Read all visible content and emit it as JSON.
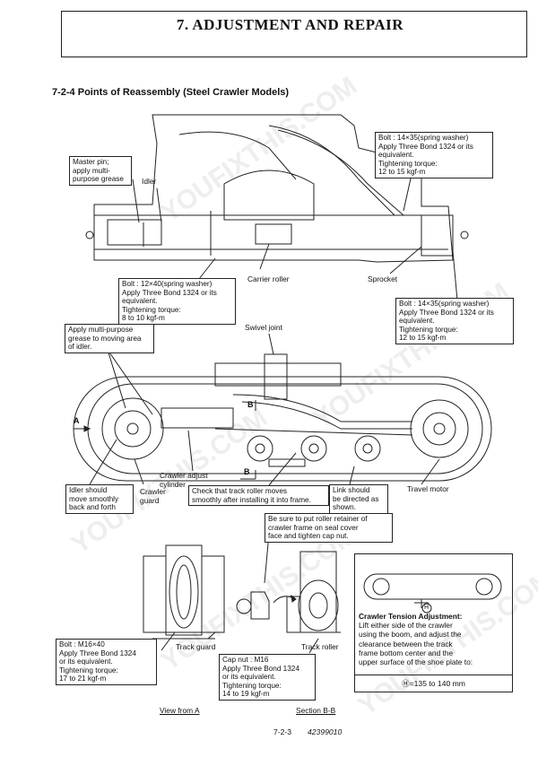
{
  "header": {
    "title": "7. ADJUSTMENT AND REPAIR"
  },
  "section": {
    "title": "7-2-4 Points of Reassembly (Steel Crawler Models)"
  },
  "top_diagram": {
    "bolt_top_right": [
      "Bolt : 14×35(spring washer)",
      "Apply Three Bond 1324 or its",
      "equivalent.",
      "Tightening torque:",
      "12 to 15 kgf-m"
    ],
    "master_pin": [
      "Master pin;",
      "apply multi-",
      "purpose grease"
    ],
    "idler": "Idler",
    "bolt_center": [
      "Bolt : 12×40(spring washer)",
      "Apply Three Bond 1324 or its",
      "equivalent.",
      "Tightening torque:",
      "8 to 10 kgf-m"
    ],
    "carrier_roller": "Carrier roller",
    "sprocket": "Sprocket",
    "bolt_right": [
      "Bolt : 14×35(spring washer)",
      "Apply Three Bond 1324 or its",
      "equivalent.",
      "Tightening torque:",
      "12 to 15 kgf-m"
    ]
  },
  "middle_diagram": {
    "swivel_joint": "Swivel joint",
    "apply_grease": [
      "Apply multi-purpose",
      "grease to moving area",
      "of idler."
    ],
    "arrow_a": "A",
    "arrow_b": "B",
    "arrow_b2": "B",
    "crawler_adjust": [
      "Crawler adjust",
      "cylinder"
    ],
    "idler_should": [
      "Idler should",
      "move smoothly",
      "back and forth"
    ],
    "crawler_guard": [
      "Crawler",
      "guard"
    ],
    "check_track": [
      "Check that track roller moves",
      "smoothly after installing it into frame."
    ],
    "link_should": [
      "Link should",
      "be directed as",
      "shown."
    ],
    "travel_motor": "Travel motor"
  },
  "bottom_diagram": {
    "roller_retainer": [
      "Be sure to put roller retainer of",
      "crawler frame on seal cover",
      "face and tighten cap nut."
    ],
    "bolt_m16": [
      "Bolt : M16×40",
      "Apply Three Bond 1324",
      "or its equivalent.",
      "Tightening torque:",
      "17 to 21 kgf-m"
    ],
    "track_guard": "Track guard",
    "track_roller": "Track roller",
    "cap_nut": [
      "Cap nut : M16",
      "Apply Three Bond 1324",
      "or its equivalent.",
      "Tightening torque:",
      "14 to 19 kgf-m"
    ],
    "view_from_a": "View from A",
    "section_bb": "Section B-B",
    "h_mark": "H"
  },
  "tension": {
    "heading": "Crawler Tension Adjustment:",
    "lines": [
      "Lift either side of the crawler",
      "using the boom, and adjust the",
      "clearance between the track",
      "frame bottom center and the",
      "upper surface of the shoe plate to:"
    ],
    "formula": "Ⓗ=135 to 140 mm"
  },
  "footer": {
    "page": "7-2-3",
    "doc_number": "42399010"
  },
  "watermark": "YOUFIXTHIS.COM"
}
